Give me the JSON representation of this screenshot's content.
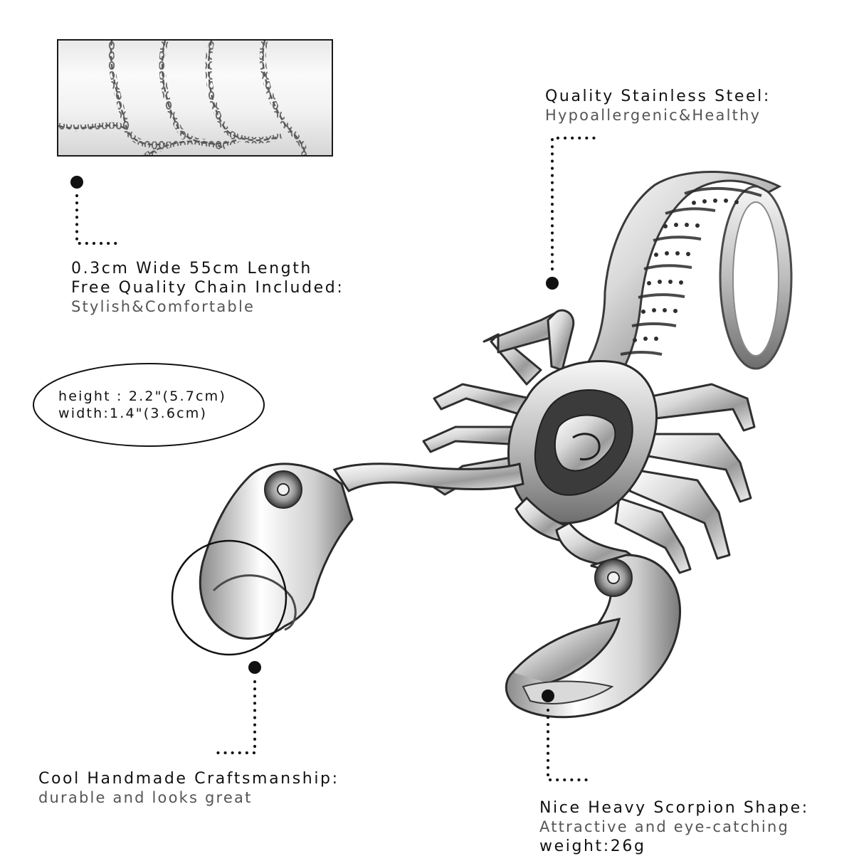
{
  "features": {
    "steel": {
      "title": "Quality Stainless Steel:",
      "desc": "Hypoallergenic&Healthy"
    },
    "chain": {
      "title_line1": "0.3cm Wide 55cm Length",
      "title_line2": "Free Quality Chain Included:",
      "desc": "Stylish&Comfortable"
    },
    "craft": {
      "title": "Cool Handmade Craftsmanship:",
      "desc": "durable and looks great"
    },
    "shape": {
      "title": "Nice Heavy Scorpion Shape:",
      "desc": "Attractive and eye-catching",
      "weight": "weight:26g"
    }
  },
  "dimensions": {
    "height": "height : 2.2\"(5.7cm)",
    "width": "width:1.4\"(3.6cm)"
  },
  "colors": {
    "text_dark": "#111111",
    "text_grey": "#555555",
    "metal_light": "#f4f4f4",
    "metal_mid": "#b5b5b5",
    "metal_dark": "#3a3a3a"
  }
}
